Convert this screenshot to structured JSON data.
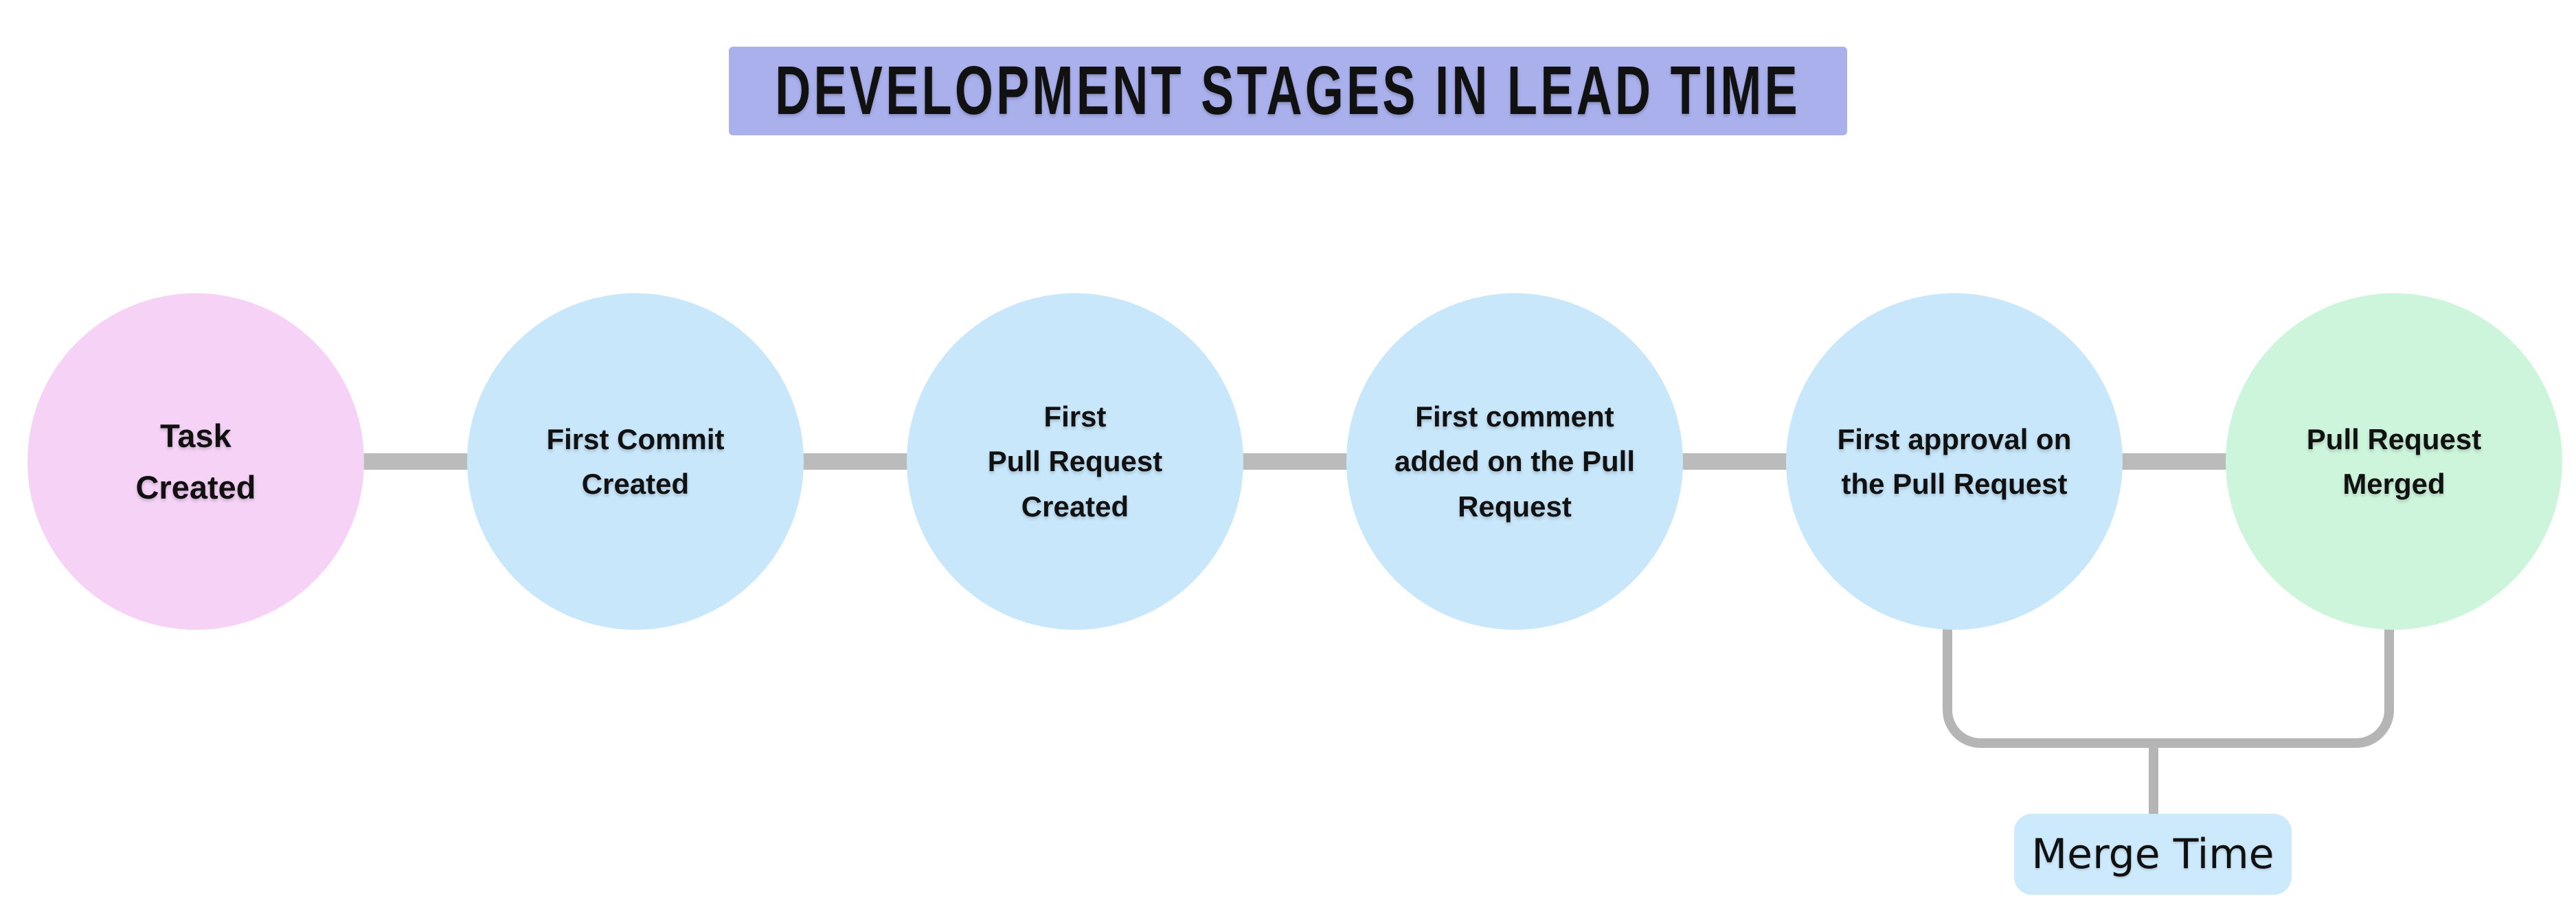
{
  "title": {
    "text": "DEVELOPMENT STAGES IN LEAD TIME",
    "bg_color": "#a9b0ec"
  },
  "stages": [
    {
      "name": "task-created",
      "text": "Task\nCreated",
      "color": "#f6d2f6"
    },
    {
      "name": "first-commit-created",
      "text": "First Commit\nCreated",
      "color": "#c8e7fb"
    },
    {
      "name": "first-pull-request-created",
      "text": "First\nPull Request\nCreated",
      "color": "#c8e7fb"
    },
    {
      "name": "first-comment-added",
      "text": "First comment\nadded on the Pull\nRequest",
      "color": "#c8e7fb"
    },
    {
      "name": "first-approval",
      "text": "First approval on\nthe Pull Request",
      "color": "#c8e7fb"
    },
    {
      "name": "pull-request-merged",
      "text": "Pull Request\nMerged",
      "color": "#cdf5dc"
    }
  ],
  "merge_time": {
    "label": "Merge Time",
    "bg_color": "#cde9fc",
    "from_stage": "First approval on the Pull Request",
    "to_stage": "Pull Request Merged"
  },
  "colors": {
    "connector": "#bbbbbb",
    "bracket": "#b5b5b5",
    "background": "#ffffff",
    "text": "#111111"
  }
}
